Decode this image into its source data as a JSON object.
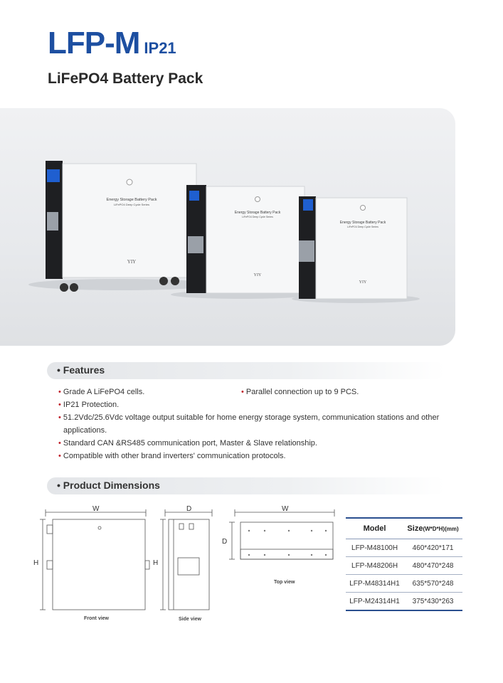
{
  "header": {
    "title_main": "LFP-M",
    "title_suffix": "IP21",
    "subtitle": "LiFePO4 Battery Pack"
  },
  "hero": {
    "product_label_line1": "Energy Storage Battery Pack",
    "product_label_line2": "LiFePO4 Deep Cycle Series",
    "brand": "YIY"
  },
  "features": {
    "heading": "• Features",
    "items": [
      "Grade A LiFePO4 cells.",
      "Parallel connection up to 9 PCS.",
      "IP21 Protection.",
      "51.2Vdc/25.6Vdc voltage output suitable for home energy storage system, communication stations and other",
      "applications.",
      "Standard CAN &RS485 communication port, Master & Slave relationship.",
      "Compatible with other brand inverters' communication protocols."
    ]
  },
  "dimensions": {
    "heading": "• Product Dimensions",
    "front": {
      "w": "W",
      "h": "H",
      "caption": "Front view"
    },
    "side": {
      "d": "D",
      "h": "H",
      "caption": "Side view"
    },
    "top": {
      "w": "W",
      "d": "D",
      "caption": "Top view"
    },
    "table": {
      "col1": "Model",
      "col2_main": "Size",
      "col2_sub": "(W*D*H)(mm)",
      "rows": [
        {
          "model": "LFP-M48100H",
          "size": "460*420*171"
        },
        {
          "model": "LFP-M48206H",
          "size": "480*470*248"
        },
        {
          "model": "LFP-M48314H1",
          "size": "635*570*248"
        },
        {
          "model": "LFP-M24314H1",
          "size": "375*430*263"
        }
      ]
    }
  }
}
